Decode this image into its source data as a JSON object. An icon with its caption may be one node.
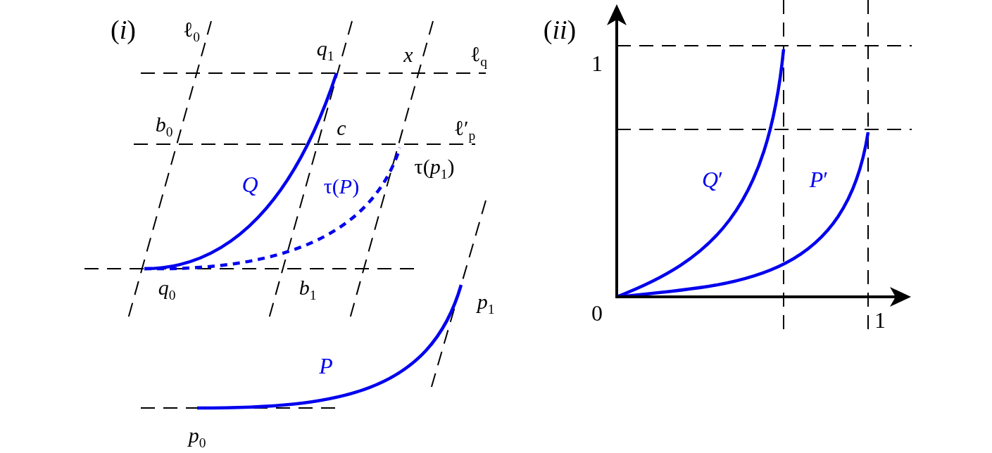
{
  "diagram": {
    "labels": [
      "(*i*)",
      "ℓ$_{0}$",
      "*q*$_{1}$",
      "*x*",
      "ℓ$_{q}$",
      "(*ii*)",
      "1",
      "*b*$_{0}$",
      "*c*",
      "ℓ′$_{p}$",
      "τ(*p*$_{1}$)",
      "*Q*",
      "τ(*P*)",
      "*Q*′",
      "*P*′",
      "*q*$_{0}$",
      "*b*$_{1}$",
      "*p*$_{1}$",
      "0",
      "1",
      "*P*",
      "*p*$_{0}$"
    ]
  }
}
